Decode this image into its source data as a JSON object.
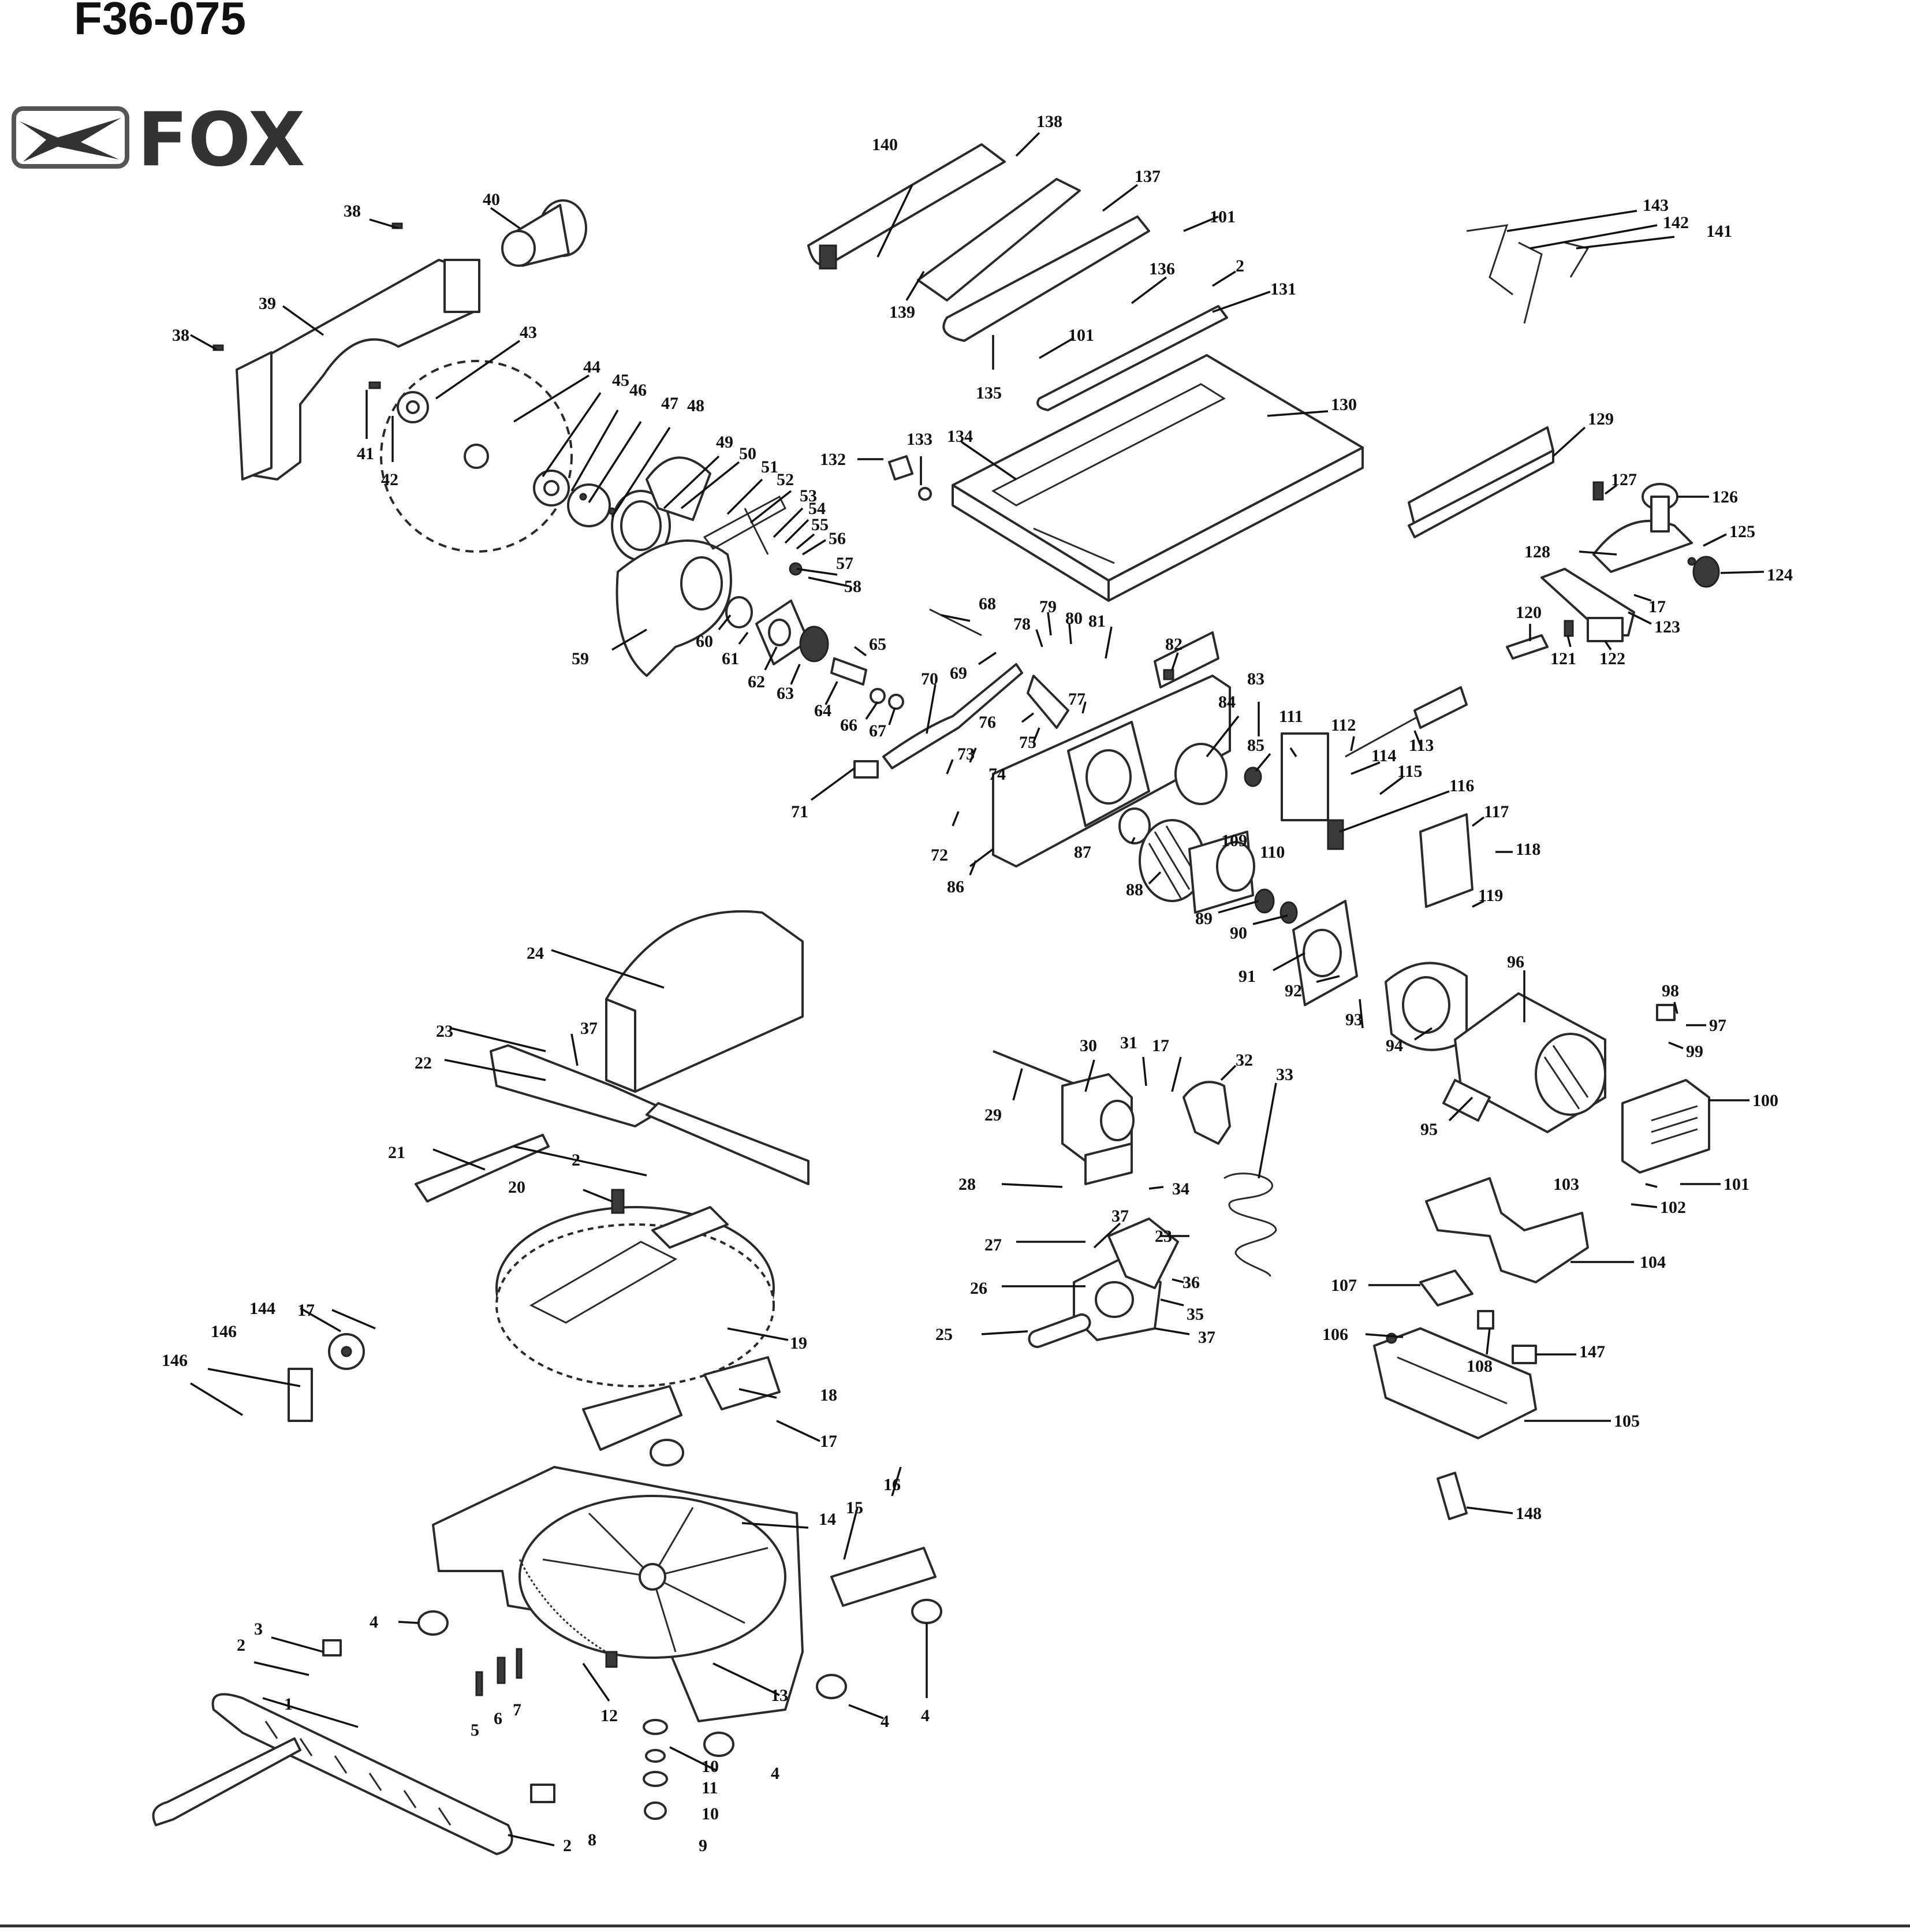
{
  "page": {
    "title": "F36-075"
  },
  "brand": {
    "name": "FOX",
    "color": "#333333"
  },
  "callouts": [
    "1",
    "2",
    "3",
    "4",
    "5",
    "6",
    "7",
    "8",
    "9",
    "10",
    "11",
    "12",
    "13",
    "14",
    "15",
    "16",
    "17",
    "18",
    "19",
    "20",
    "21",
    "22",
    "23",
    "24",
    "25",
    "26",
    "27",
    "28",
    "29",
    "30",
    "31",
    "32",
    "33",
    "34",
    "35",
    "36",
    "37",
    "38",
    "39",
    "40",
    "41",
    "42",
    "43",
    "44",
    "45",
    "46",
    "47",
    "48",
    "49",
    "50",
    "51",
    "52",
    "53",
    "54",
    "55",
    "56",
    "57",
    "58",
    "59",
    "60",
    "61",
    "62",
    "63",
    "64",
    "65",
    "66",
    "67",
    "68",
    "69",
    "70",
    "71",
    "72",
    "73",
    "74",
    "75",
    "76",
    "77",
    "78",
    "79",
    "80",
    "81",
    "82",
    "83",
    "84",
    "85",
    "86",
    "87",
    "88",
    "89",
    "90",
    "91",
    "92",
    "93",
    "94",
    "95",
    "96",
    "97",
    "98",
    "99",
    "100",
    "101",
    "102",
    "103",
    "104",
    "105",
    "106",
    "107",
    "108",
    "109",
    "110",
    "111",
    "112",
    "113",
    "114",
    "115",
    "116",
    "117",
    "118",
    "119",
    "120",
    "121",
    "122",
    "123",
    "124",
    "125",
    "126",
    "127",
    "128",
    "129",
    "130",
    "131",
    "132",
    "133",
    "134",
    "135",
    "136",
    "137",
    "138",
    "139",
    "140",
    "141",
    "142",
    "143",
    "144",
    "146",
    "147",
    "148"
  ]
}
